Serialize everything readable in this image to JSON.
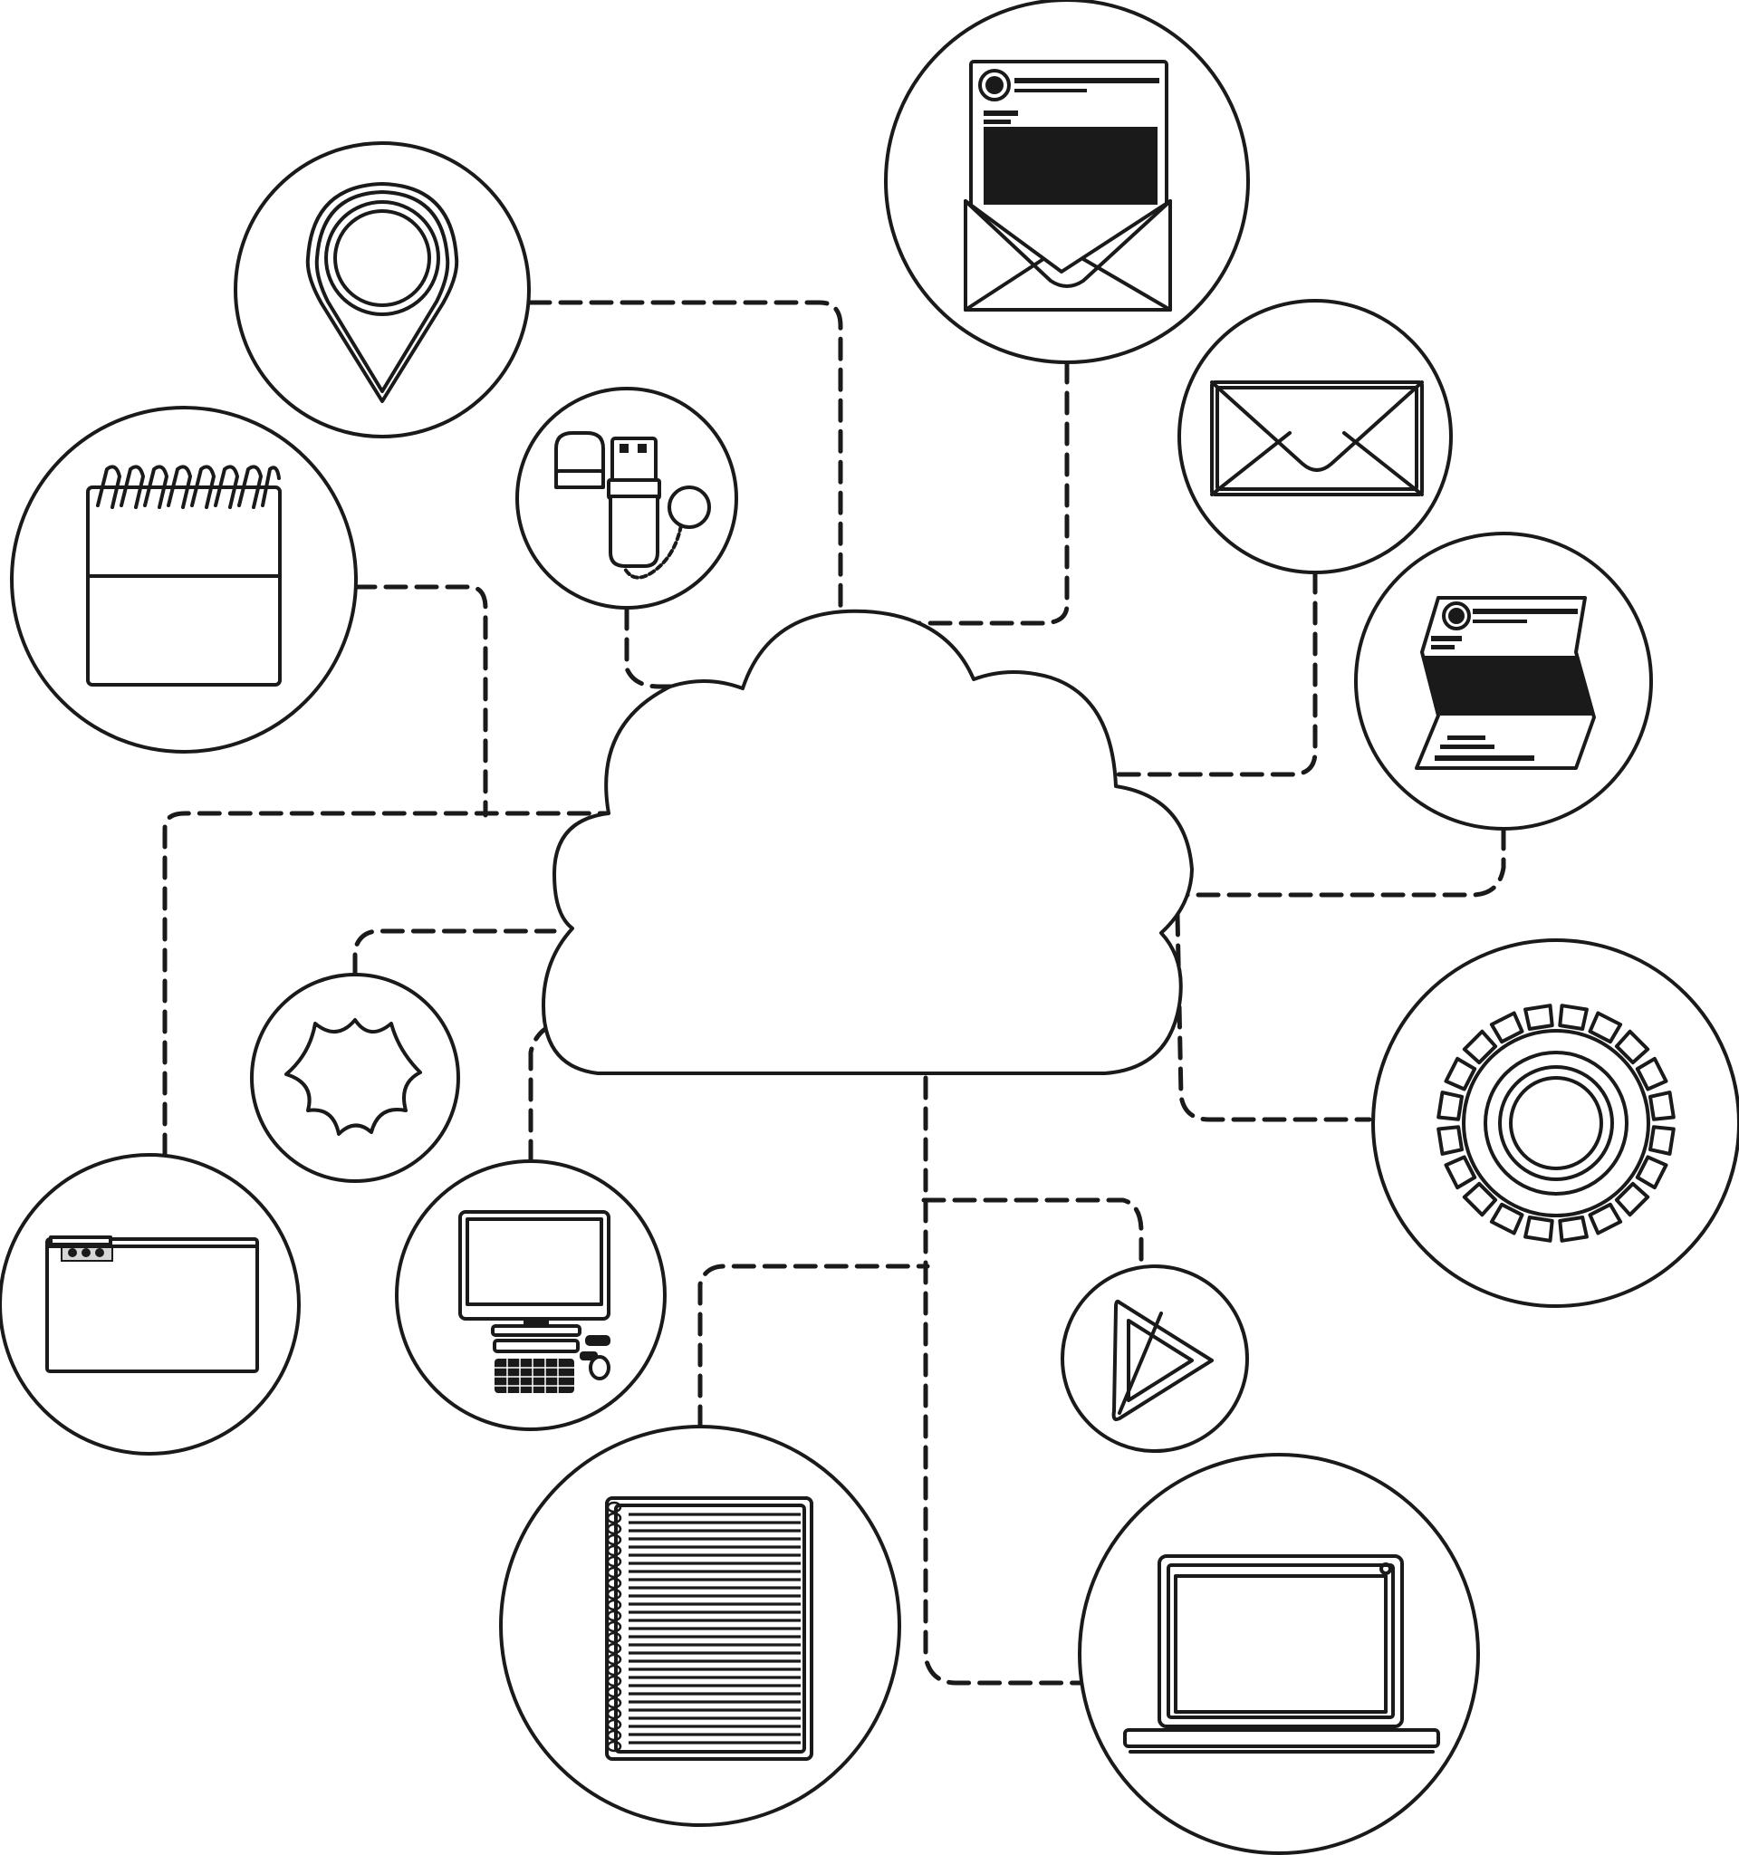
{
  "colors": {
    "stroke": "#1a1a1a",
    "background": "#ffffff"
  },
  "hub": {
    "icon": "cloud-icon"
  },
  "nodes": [
    {
      "id": "map-pin",
      "icon": "map-pin-icon"
    },
    {
      "id": "notepad",
      "icon": "notepad-icon"
    },
    {
      "id": "usb-drive",
      "icon": "usb-drive-icon"
    },
    {
      "id": "email-document",
      "icon": "email-document-icon"
    },
    {
      "id": "envelope",
      "icon": "envelope-icon"
    },
    {
      "id": "folded-document",
      "icon": "folded-document-icon"
    },
    {
      "id": "star",
      "icon": "star-icon"
    },
    {
      "id": "folder",
      "icon": "folder-icon"
    },
    {
      "id": "desktop-computer",
      "icon": "desktop-computer-icon"
    },
    {
      "id": "gear",
      "icon": "gear-icon"
    },
    {
      "id": "play",
      "icon": "play-icon"
    },
    {
      "id": "spiral-notebook",
      "icon": "spiral-notebook-icon"
    },
    {
      "id": "laptop",
      "icon": "laptop-icon"
    }
  ]
}
